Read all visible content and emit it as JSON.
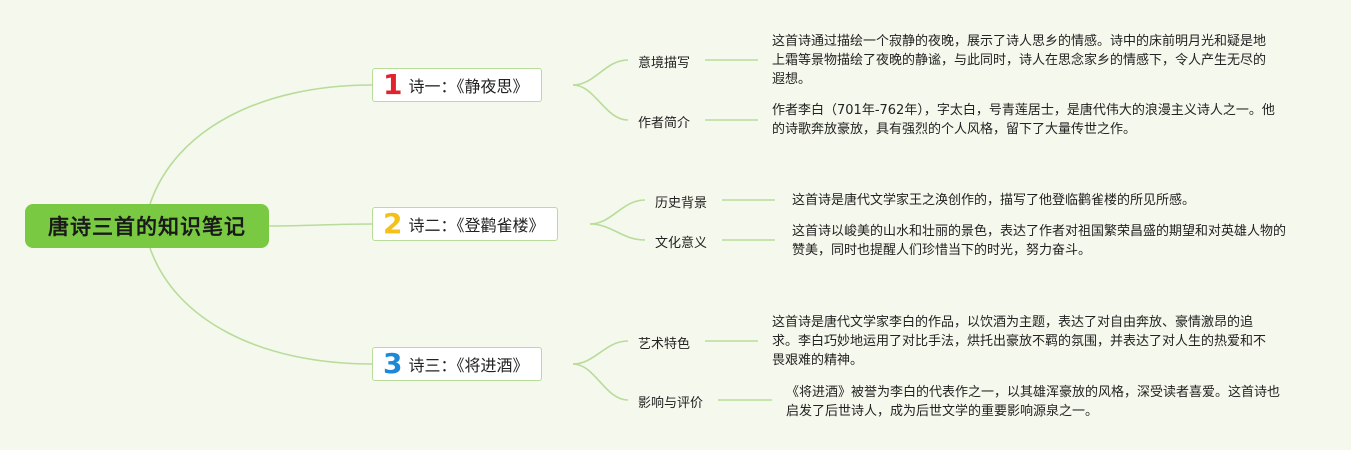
{
  "root": {
    "title": "唐诗三首的知识笔记"
  },
  "colors": {
    "root_bg": "#7ac943",
    "line": "#b8dc9a",
    "num1": "#e0242e",
    "num2": "#f5c018",
    "num3": "#1e88d8"
  },
  "branches": [
    {
      "number": "1",
      "label": "诗一：《静夜思》",
      "topics": [
        {
          "label": "意境描写",
          "note": "这首诗通过描绘一个寂静的夜晚，展示了诗人思乡的情感。诗中的床前明月光和疑是地上霜等景物描绘了夜晚的静谧，与此同时，诗人在思念家乡的情感下，令人产生无尽的遐想。"
        },
        {
          "label": "作者简介",
          "note": "作者李白（701年-762年），字太白，号青莲居士，是唐代伟大的浪漫主义诗人之一。他的诗歌奔放豪放，具有强烈的个人风格，留下了大量传世之作。"
        }
      ]
    },
    {
      "number": "2",
      "label": "诗二：《登鹳雀楼》",
      "topics": [
        {
          "label": "历史背景",
          "note": "这首诗是唐代文学家王之涣创作的，描写了他登临鹳雀楼的所见所感。"
        },
        {
          "label": "文化意义",
          "note": "这首诗以峻美的山水和壮丽的景色，表达了作者对祖国繁荣昌盛的期望和对英雄人物的赞美，同时也提醒人们珍惜当下的时光，努力奋斗。"
        }
      ]
    },
    {
      "number": "3",
      "label": "诗三：《将进酒》",
      "topics": [
        {
          "label": "艺术特色",
          "note": "这首诗是唐代文学家李白的作品，以饮酒为主题，表达了对自由奔放、豪情激昂的追求。李白巧妙地运用了对比手法，烘托出豪放不羁的氛围，并表达了对人生的热爱和不畏艰难的精神。"
        },
        {
          "label": "影响与评价",
          "note": "《将进酒》被誉为李白的代表作之一，以其雄浑豪放的风格，深受读者喜爱。这首诗也启发了后世诗人，成为后世文学的重要影响源泉之一。"
        }
      ]
    }
  ]
}
